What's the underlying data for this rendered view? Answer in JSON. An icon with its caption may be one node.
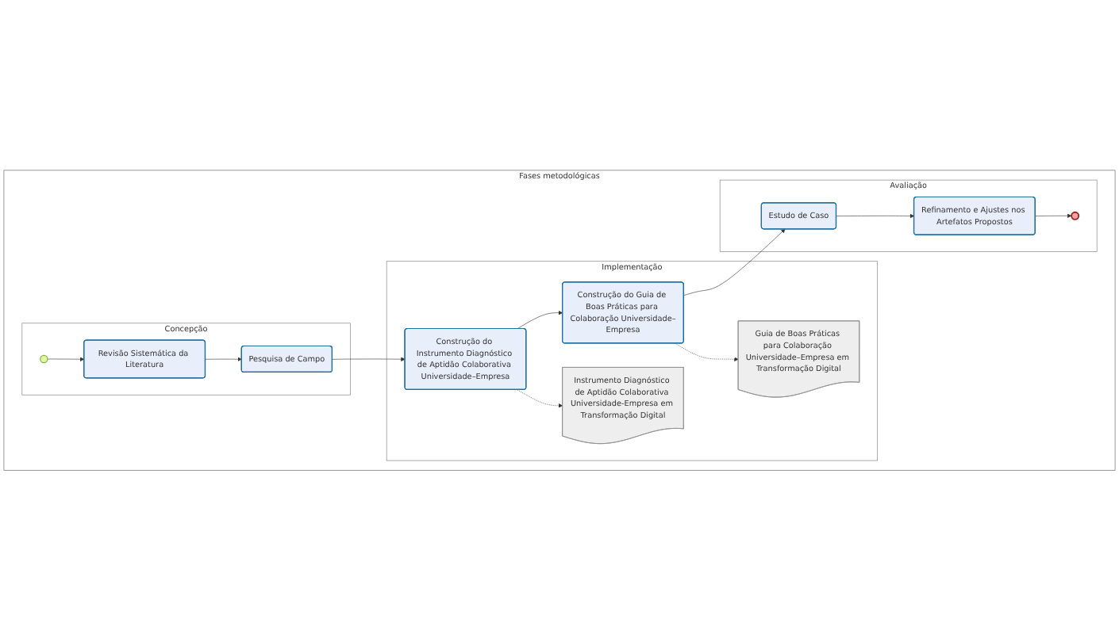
{
  "diagram": {
    "nodes": [
      {
        "text": [
          "Fases metodológicas"
        ]
      },
      {
        "text": [
          "Concepção"
        ],
        "in": 0
      },
      {
        "text": [],
        "shape": "circle",
        "in": 1
      },
      {
        "text": [
          "Revisão Sistemática da Literatura"
        ],
        "in": 1
      },
      {
        "text": [
          "Pesquisa de Campo"
        ],
        "in": 1
      },
      {
        "text": [
          "Implementação"
        ],
        "in": 0
      },
      {
        "text": [
          "Construção do Instrumento Diagnóstico de Aptidão Colaborativa Universidade–Empresa"
        ],
        "in": 5
      },
      {
        "text": [
          "Construção do Guia de Boas Práticas para Colaboração Universidade–Empresa"
        ],
        "in": 5
      },
      {
        "text": [
          "Instrumento Diagnóstico de Aptidão Colaborativa Universidade-Empresa em Transformação Digital"
        ],
        "in": 5
      },
      {
        "text": [
          "Guia de Boas Práticas para Colaboração Universidade–Empresa em Transformação Digital"
        ],
        "in": 5
      },
      {
        "text": [
          "Avaliação"
        ],
        "in": 0
      },
      {
        "text": [
          "Estudo de Caso"
        ],
        "in": 10
      },
      {
        "text": [
          "Refinamento e Ajustes nos Artefatos Propostos"
        ],
        "in": 10
      },
      {
        "text": [],
        "shape": "circle",
        "in": 10
      }
    ],
    "edges": [
      {
        "from": 2,
        "to": 3,
        "arrow": "to"
      },
      {
        "from": 3,
        "to": 4,
        "arrow": "to"
      },
      {
        "from": 4,
        "to": 6,
        "arrow": "to"
      },
      {
        "from": 6,
        "to": 7,
        "arrow": "to"
      },
      {
        "from": 6,
        "to": 8,
        "arrow": "to",
        "style": "dashed"
      },
      {
        "from": 7,
        "to": 9,
        "arrow": "to",
        "style": "dashed"
      },
      {
        "from": 7,
        "to": 11,
        "arrow": "to"
      },
      {
        "from": 11,
        "to": 12,
        "arrow": "to"
      },
      {
        "from": 12,
        "to": 13,
        "arrow": "to"
      }
    ]
  }
}
